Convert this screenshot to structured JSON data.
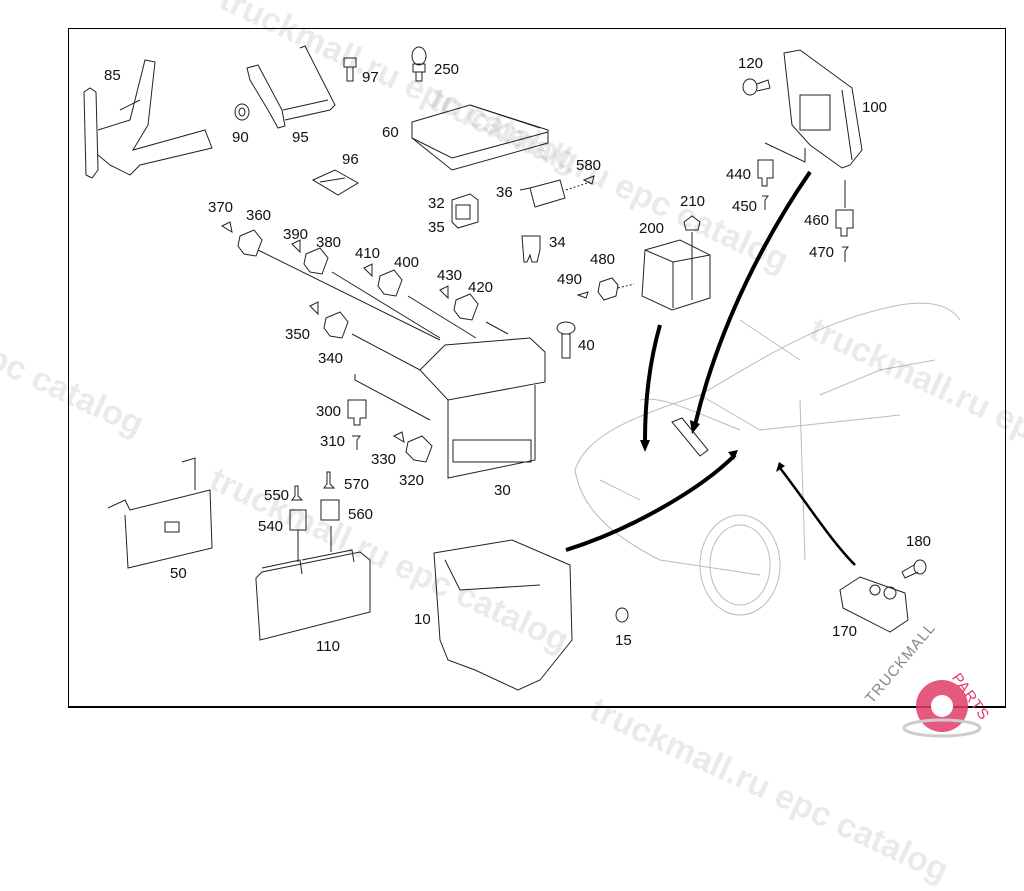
{
  "diagram": {
    "title": "",
    "callouts": [
      {
        "id": "85",
        "label": "85"
      },
      {
        "id": "90",
        "label": "90"
      },
      {
        "id": "95",
        "label": "95"
      },
      {
        "id": "97",
        "label": "97"
      },
      {
        "id": "96",
        "label": "96"
      },
      {
        "id": "250",
        "label": "250"
      },
      {
        "id": "60",
        "label": "60"
      },
      {
        "id": "120",
        "label": "120"
      },
      {
        "id": "100",
        "label": "100"
      },
      {
        "id": "440",
        "label": "440"
      },
      {
        "id": "450",
        "label": "450"
      },
      {
        "id": "460",
        "label": "460"
      },
      {
        "id": "470",
        "label": "470"
      },
      {
        "id": "580",
        "label": "580"
      },
      {
        "id": "36",
        "label": "36"
      },
      {
        "id": "32",
        "label": "32"
      },
      {
        "id": "35",
        "label": "35"
      },
      {
        "id": "210",
        "label": "210"
      },
      {
        "id": "200",
        "label": "200"
      },
      {
        "id": "34",
        "label": "34"
      },
      {
        "id": "480",
        "label": "480"
      },
      {
        "id": "490",
        "label": "490"
      },
      {
        "id": "370",
        "label": "370"
      },
      {
        "id": "360",
        "label": "360"
      },
      {
        "id": "390",
        "label": "390"
      },
      {
        "id": "380",
        "label": "380"
      },
      {
        "id": "410",
        "label": "410"
      },
      {
        "id": "400",
        "label": "400"
      },
      {
        "id": "430",
        "label": "430"
      },
      {
        "id": "420",
        "label": "420"
      },
      {
        "id": "40",
        "label": "40"
      },
      {
        "id": "350",
        "label": "350"
      },
      {
        "id": "340",
        "label": "340"
      },
      {
        "id": "300",
        "label": "300"
      },
      {
        "id": "310",
        "label": "310"
      },
      {
        "id": "330",
        "label": "330"
      },
      {
        "id": "320",
        "label": "320"
      },
      {
        "id": "30",
        "label": "30"
      },
      {
        "id": "550",
        "label": "550"
      },
      {
        "id": "570",
        "label": "570"
      },
      {
        "id": "540",
        "label": "540"
      },
      {
        "id": "560",
        "label": "560"
      },
      {
        "id": "50",
        "label": "50"
      },
      {
        "id": "110",
        "label": "110"
      },
      {
        "id": "10",
        "label": "10"
      },
      {
        "id": "15",
        "label": "15"
      },
      {
        "id": "180",
        "label": "180"
      },
      {
        "id": "170",
        "label": "170"
      }
    ]
  },
  "watermarks": [
    "truckmall.ru epc catalog",
    "truckmall.ru epc catalog",
    "truckmall.ru epc catalog",
    "truckmall.ru epc catalog",
    "epc catalog",
    "truckmall.ru epc catalog"
  ],
  "logo": {
    "text_main": "TRUCKMALL",
    "text_accent": "PARTS",
    "accent_color": "#e23c67"
  }
}
